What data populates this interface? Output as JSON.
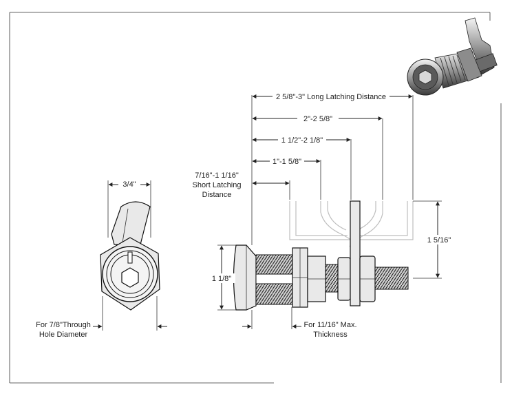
{
  "drawing": {
    "dimensions": {
      "width_label": "3/4\"",
      "short_latch_line1": "7/16\"-1 1/16\"",
      "short_latch_line2": "Short Latching",
      "short_latch_line3": "Distance",
      "long_latch": "2 5/8\"-3\" Long Latching Distance",
      "range_3": "2\"-2 5/8\"",
      "range_2": "1 1/2\"-2 1/8\"",
      "range_1": "1\"-1 5/8\"",
      "height_left": "1 1/8\"",
      "height_right": "1 5/16\"",
      "hole_line1": "For 7/8\"Through",
      "hole_line2": "Hole Diameter",
      "thickness_line1": "For 11/16\" Max.",
      "thickness_line2": "Thickness"
    },
    "colors": {
      "line": "#222222",
      "ghost": "#bdbdbd",
      "metal": "#e9e9e9"
    },
    "icons": [
      "compression-latch-photo-icon"
    ]
  }
}
